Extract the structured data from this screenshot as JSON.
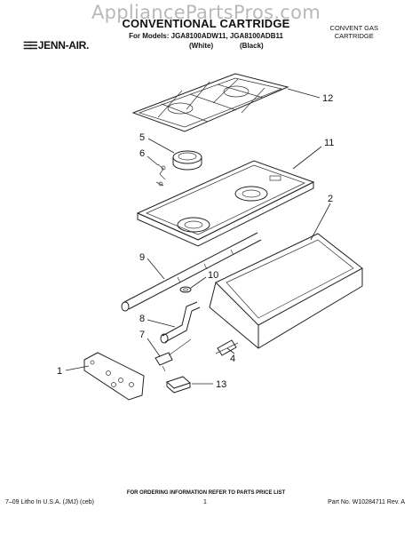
{
  "header": {
    "watermark": "AppliancePartsPros.com",
    "title": "CONVENTIONAL CARTRIDGE",
    "models": "For Models: JGA8100ADW11, JGA8100ADB11",
    "variant_white": "(White)",
    "variant_black": "(Black)",
    "brand": "JENN-AIR.",
    "corner_line1": "CONVENT GAS",
    "corner_line2": "CARTRIDGE"
  },
  "diagram": {
    "callouts": [
      {
        "id": "1",
        "label": "1"
      },
      {
        "id": "2",
        "label": "2"
      },
      {
        "id": "4",
        "label": "4"
      },
      {
        "id": "5",
        "label": "5"
      },
      {
        "id": "6",
        "label": "6"
      },
      {
        "id": "7",
        "label": "7"
      },
      {
        "id": "8",
        "label": "8"
      },
      {
        "id": "9",
        "label": "9"
      },
      {
        "id": "10",
        "label": "10"
      },
      {
        "id": "11",
        "label": "11"
      },
      {
        "id": "12",
        "label": "12"
      },
      {
        "id": "13",
        "label": "13"
      }
    ]
  },
  "footer": {
    "ordering_note": "FOR ORDERING INFORMATION REFER TO PARTS PRICE LIST",
    "litho": "7–09 Litho In U.S.A. (JMJ) (ceb)",
    "page": "1",
    "part_no": "Part No. W10284711 Rev. A"
  }
}
